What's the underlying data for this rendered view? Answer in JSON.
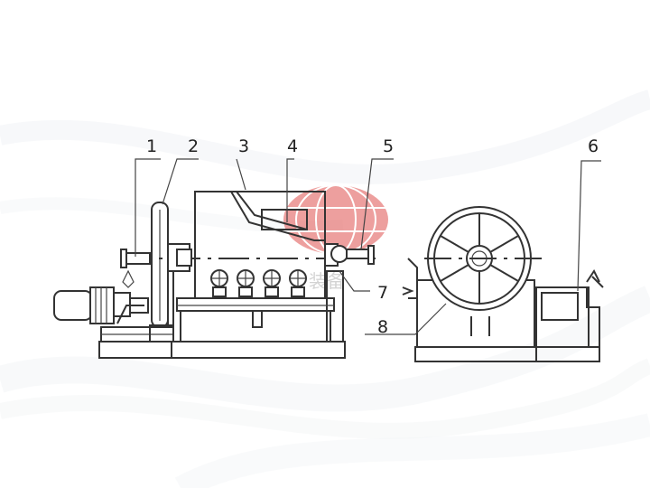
{
  "diagram": {
    "part_labels": [
      "1",
      "2",
      "3",
      "4",
      "5",
      "6",
      "7",
      "8"
    ],
    "watermark": {
      "text": "装备",
      "color": "#e0524f",
      "icon": "globe-logo-icon"
    },
    "colors": {
      "line": "#333333",
      "wave": "#d6dde4"
    }
  }
}
